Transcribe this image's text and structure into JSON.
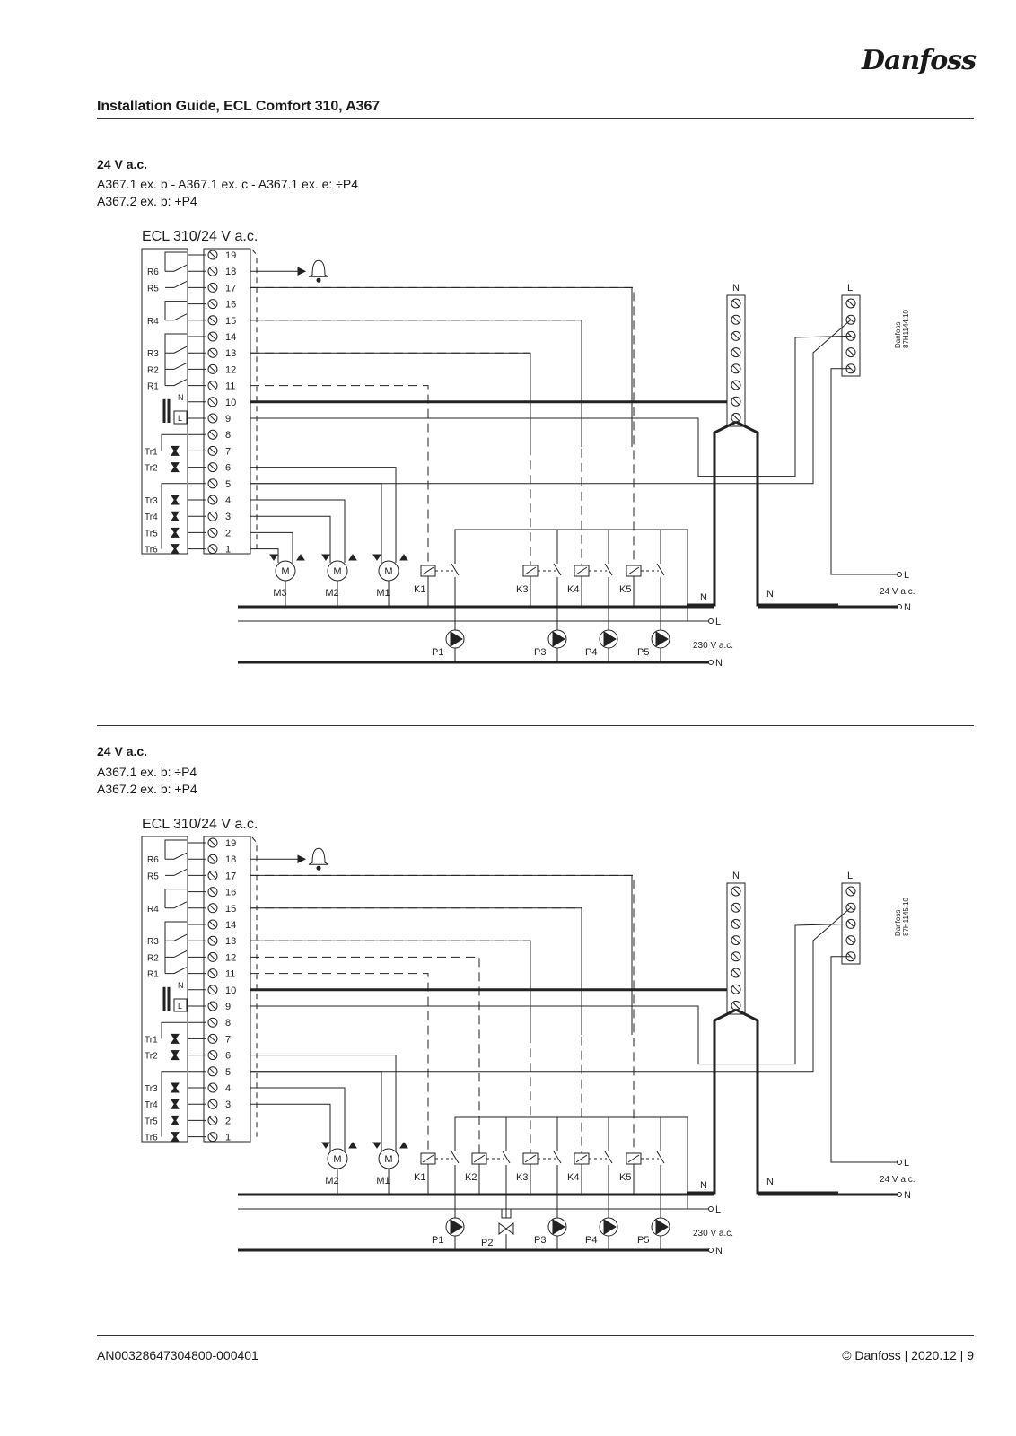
{
  "brand": "Danfoss",
  "header": {
    "title": "Installation Guide, ECL Comfort 310, A367"
  },
  "sections": [
    {
      "heading": "24 V a.c.",
      "lines": [
        "A367.1 ex. b - A367.1 ex. c - A367.1 ex. e: ÷P4",
        "A367.2 ex. b: +P4"
      ],
      "diagram": {
        "title": "ECL 310/24 V a.c.",
        "code": "87H1144.10",
        "code_brand": "Danfoss",
        "n_bar_label": "N",
        "l_bar_label": "L",
        "terminals": [
          "19",
          "18",
          "17",
          "16",
          "15",
          "14",
          "13",
          "12",
          "11",
          "10",
          "9",
          "8",
          "7",
          "6",
          "5",
          "4",
          "3",
          "2",
          "1"
        ],
        "relay_labels": [
          "R6",
          "R5",
          "R4",
          "R3",
          "R2",
          "R1"
        ],
        "supply_labels": [
          "N",
          "L"
        ],
        "triac_labels": [
          "Tr1",
          "Tr2",
          "Tr3",
          "Tr4",
          "Tr5",
          "Tr6"
        ],
        "motors": [
          "M3",
          "M2",
          "M1"
        ],
        "motor_symbol": "M",
        "contactors": [
          "K1",
          "K3",
          "K4",
          "K5"
        ],
        "pumps": [
          "P1",
          "P3",
          "P4",
          "P5"
        ],
        "supply24": "24 V a.c.",
        "supply230": "230 V a.c.",
        "l_label": "L",
        "n_label": "N",
        "n_mid_left": "N",
        "n_mid_right": "N"
      }
    },
    {
      "heading": "24 V a.c.",
      "lines": [
        "A367.1 ex. b: ÷P4",
        "A367.2 ex. b: +P4"
      ],
      "diagram": {
        "title": "ECL 310/24 V a.c.",
        "code": "87H1145.10",
        "code_brand": "Danfoss",
        "n_bar_label": "N",
        "l_bar_label": "L",
        "terminals": [
          "19",
          "18",
          "17",
          "16",
          "15",
          "14",
          "13",
          "12",
          "11",
          "10",
          "9",
          "8",
          "7",
          "6",
          "5",
          "4",
          "3",
          "2",
          "1"
        ],
        "relay_labels": [
          "R6",
          "R5",
          "R4",
          "R3",
          "R2",
          "R1"
        ],
        "supply_labels": [
          "N",
          "L"
        ],
        "triac_labels": [
          "Tr1",
          "Tr2",
          "Tr3",
          "Tr4",
          "Tr5",
          "Tr6"
        ],
        "motors": [
          "M2",
          "M1"
        ],
        "motor_symbol": "M",
        "contactors": [
          "K1",
          "K2",
          "K3",
          "K4",
          "K5"
        ],
        "pumps": [
          "P1",
          "P2",
          "P3",
          "P4",
          "P5"
        ],
        "supply24": "24 V a.c.",
        "supply230": "230 V a.c.",
        "l_label": "L",
        "n_label": "N",
        "n_mid_left": "N",
        "n_mid_right": "N"
      }
    }
  ],
  "footer": {
    "doc_id": "AN00328647304800-000401",
    "copyright": "© Danfoss | 2020.12 | 9"
  }
}
